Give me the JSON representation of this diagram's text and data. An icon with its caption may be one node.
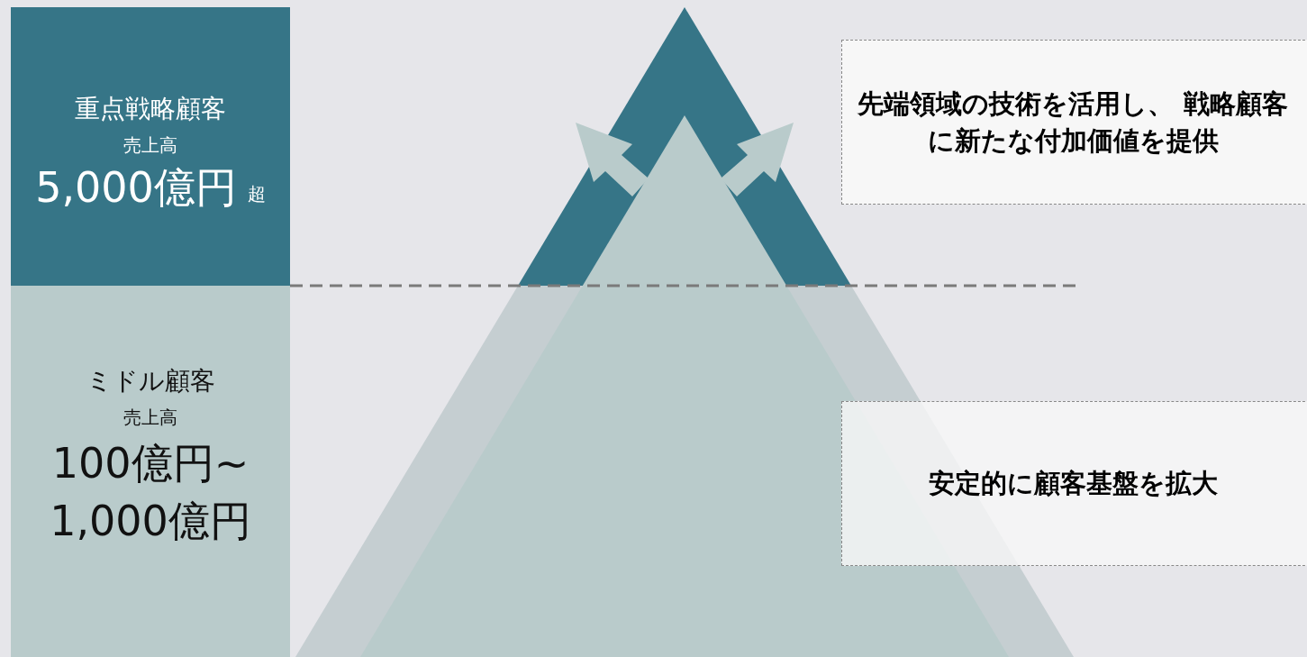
{
  "diagram": {
    "nodes": [
      {
        "text": [
          "重点戦略顧客",
          "売上高",
          "5,000億円",
          "超"
        ]
      },
      {
        "text": [
          "ミドル顧客",
          "売上高",
          "100億円~ 1,000億円"
        ]
      },
      {
        "text": [
          "先端領域の技術を活用し、 戦略顧客に新たな付加価値を提供"
        ]
      },
      {
        "text": [
          "安定的に顧客基盤を拡大"
        ]
      }
    ]
  }
}
